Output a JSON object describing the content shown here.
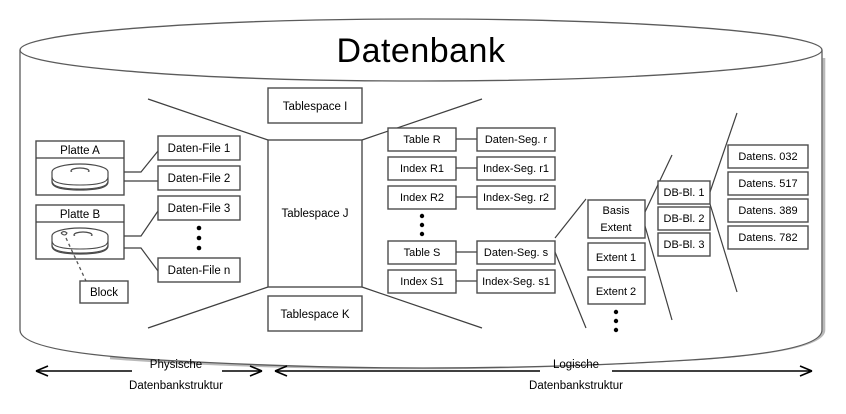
{
  "diagram": {
    "title": "Datenbank",
    "physical": {
      "disks": [
        {
          "label": "Platte A"
        },
        {
          "label": "Platte B"
        }
      ],
      "block_label": "Block",
      "data_files": [
        "Daten-File 1",
        "Daten-File 2",
        "Daten-File 3",
        "Daten-File n"
      ],
      "data_files_ellipsis": true
    },
    "tablespaces": [
      "Tablespace I",
      "Tablespace J",
      "Tablespace K"
    ],
    "logical": {
      "objects": [
        "Table R",
        "Index R1",
        "Index R2",
        "Table S",
        "Index S1"
      ],
      "objects_ellipsis_after": 3,
      "segments": [
        "Daten-Seg. r",
        "Index-Seg. r1",
        "Index-Seg. r2",
        "Daten-Seg. s",
        "Index-Seg. s1"
      ],
      "extents": [
        "Basis Extent",
        "Extent 1",
        "Extent 2"
      ],
      "extents_line1": [
        "Basis",
        "Extent 1",
        "Extent 2"
      ],
      "extents_line2": [
        "Extent",
        "",
        ""
      ],
      "extents_ellipsis": true,
      "db_blocks": [
        "DB-Bl. 1",
        "DB-Bl. 2",
        "DB-Bl. 3"
      ],
      "records": [
        "Datens. 032",
        "Datens. 517",
        "Datens. 389",
        "Datens. 782"
      ]
    },
    "axes": [
      {
        "line1": "Physische",
        "line2": "Datenbankstruktur"
      },
      {
        "line1": "Logische",
        "line2": "Datenbankstruktur"
      }
    ],
    "colors": {
      "background": "#ffffff",
      "stroke": "#4c4c4c",
      "text": "#000000",
      "shadow": "#b9b9b9"
    }
  }
}
